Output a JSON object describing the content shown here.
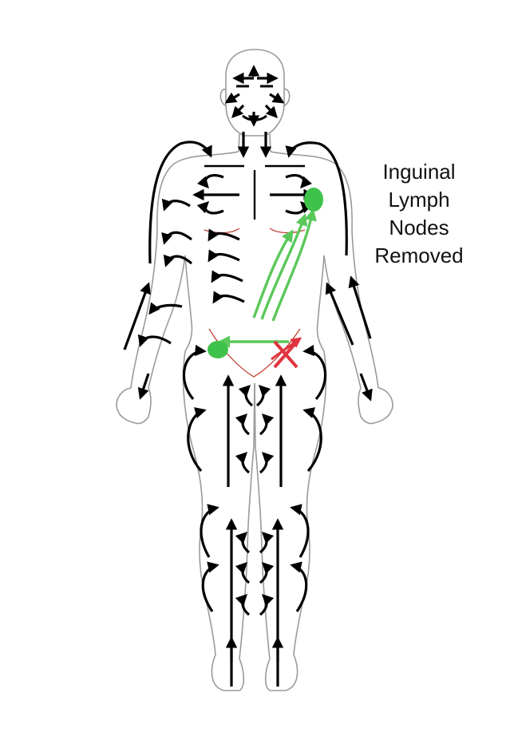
{
  "caption": {
    "lines": [
      "Inguinal",
      "Lymph",
      "Nodes",
      "Removed"
    ]
  },
  "colors": {
    "outline": "#9a9a9a",
    "flow_arrow": "#000000",
    "rerouted_flow": "#5ac85a",
    "lymph_node": "#3fc24a",
    "removed_node_mark": "#e0343f",
    "crease_line": "#c0392b"
  },
  "legend_semantics": {
    "black_arrows": "lymph-drainage-direction",
    "green_arrows": "rerouted-drainage-pathway",
    "green_dots": "lymph-node",
    "red_x": "removed-node"
  }
}
